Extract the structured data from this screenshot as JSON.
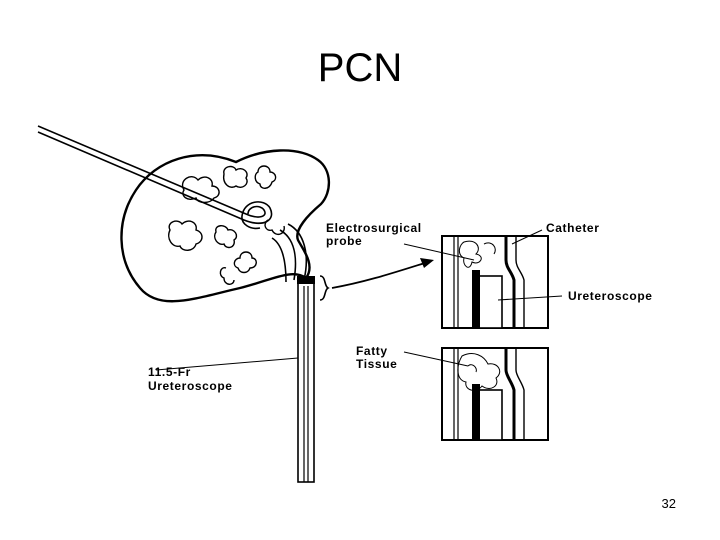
{
  "slide": {
    "title": "PCN",
    "page_number": "32"
  },
  "diagram": {
    "labels": {
      "electrosurgical_line1": "Electrosurgical",
      "electrosurgical_line2": "probe",
      "catheter": "Catheter",
      "ureteroscope": "Ureteroscope",
      "fatty_line1": "Fatty",
      "fatty_line2": "Tissue",
      "fr_line1": "11.5-Fr",
      "fr_line2": "Ureteroscope"
    }
  }
}
